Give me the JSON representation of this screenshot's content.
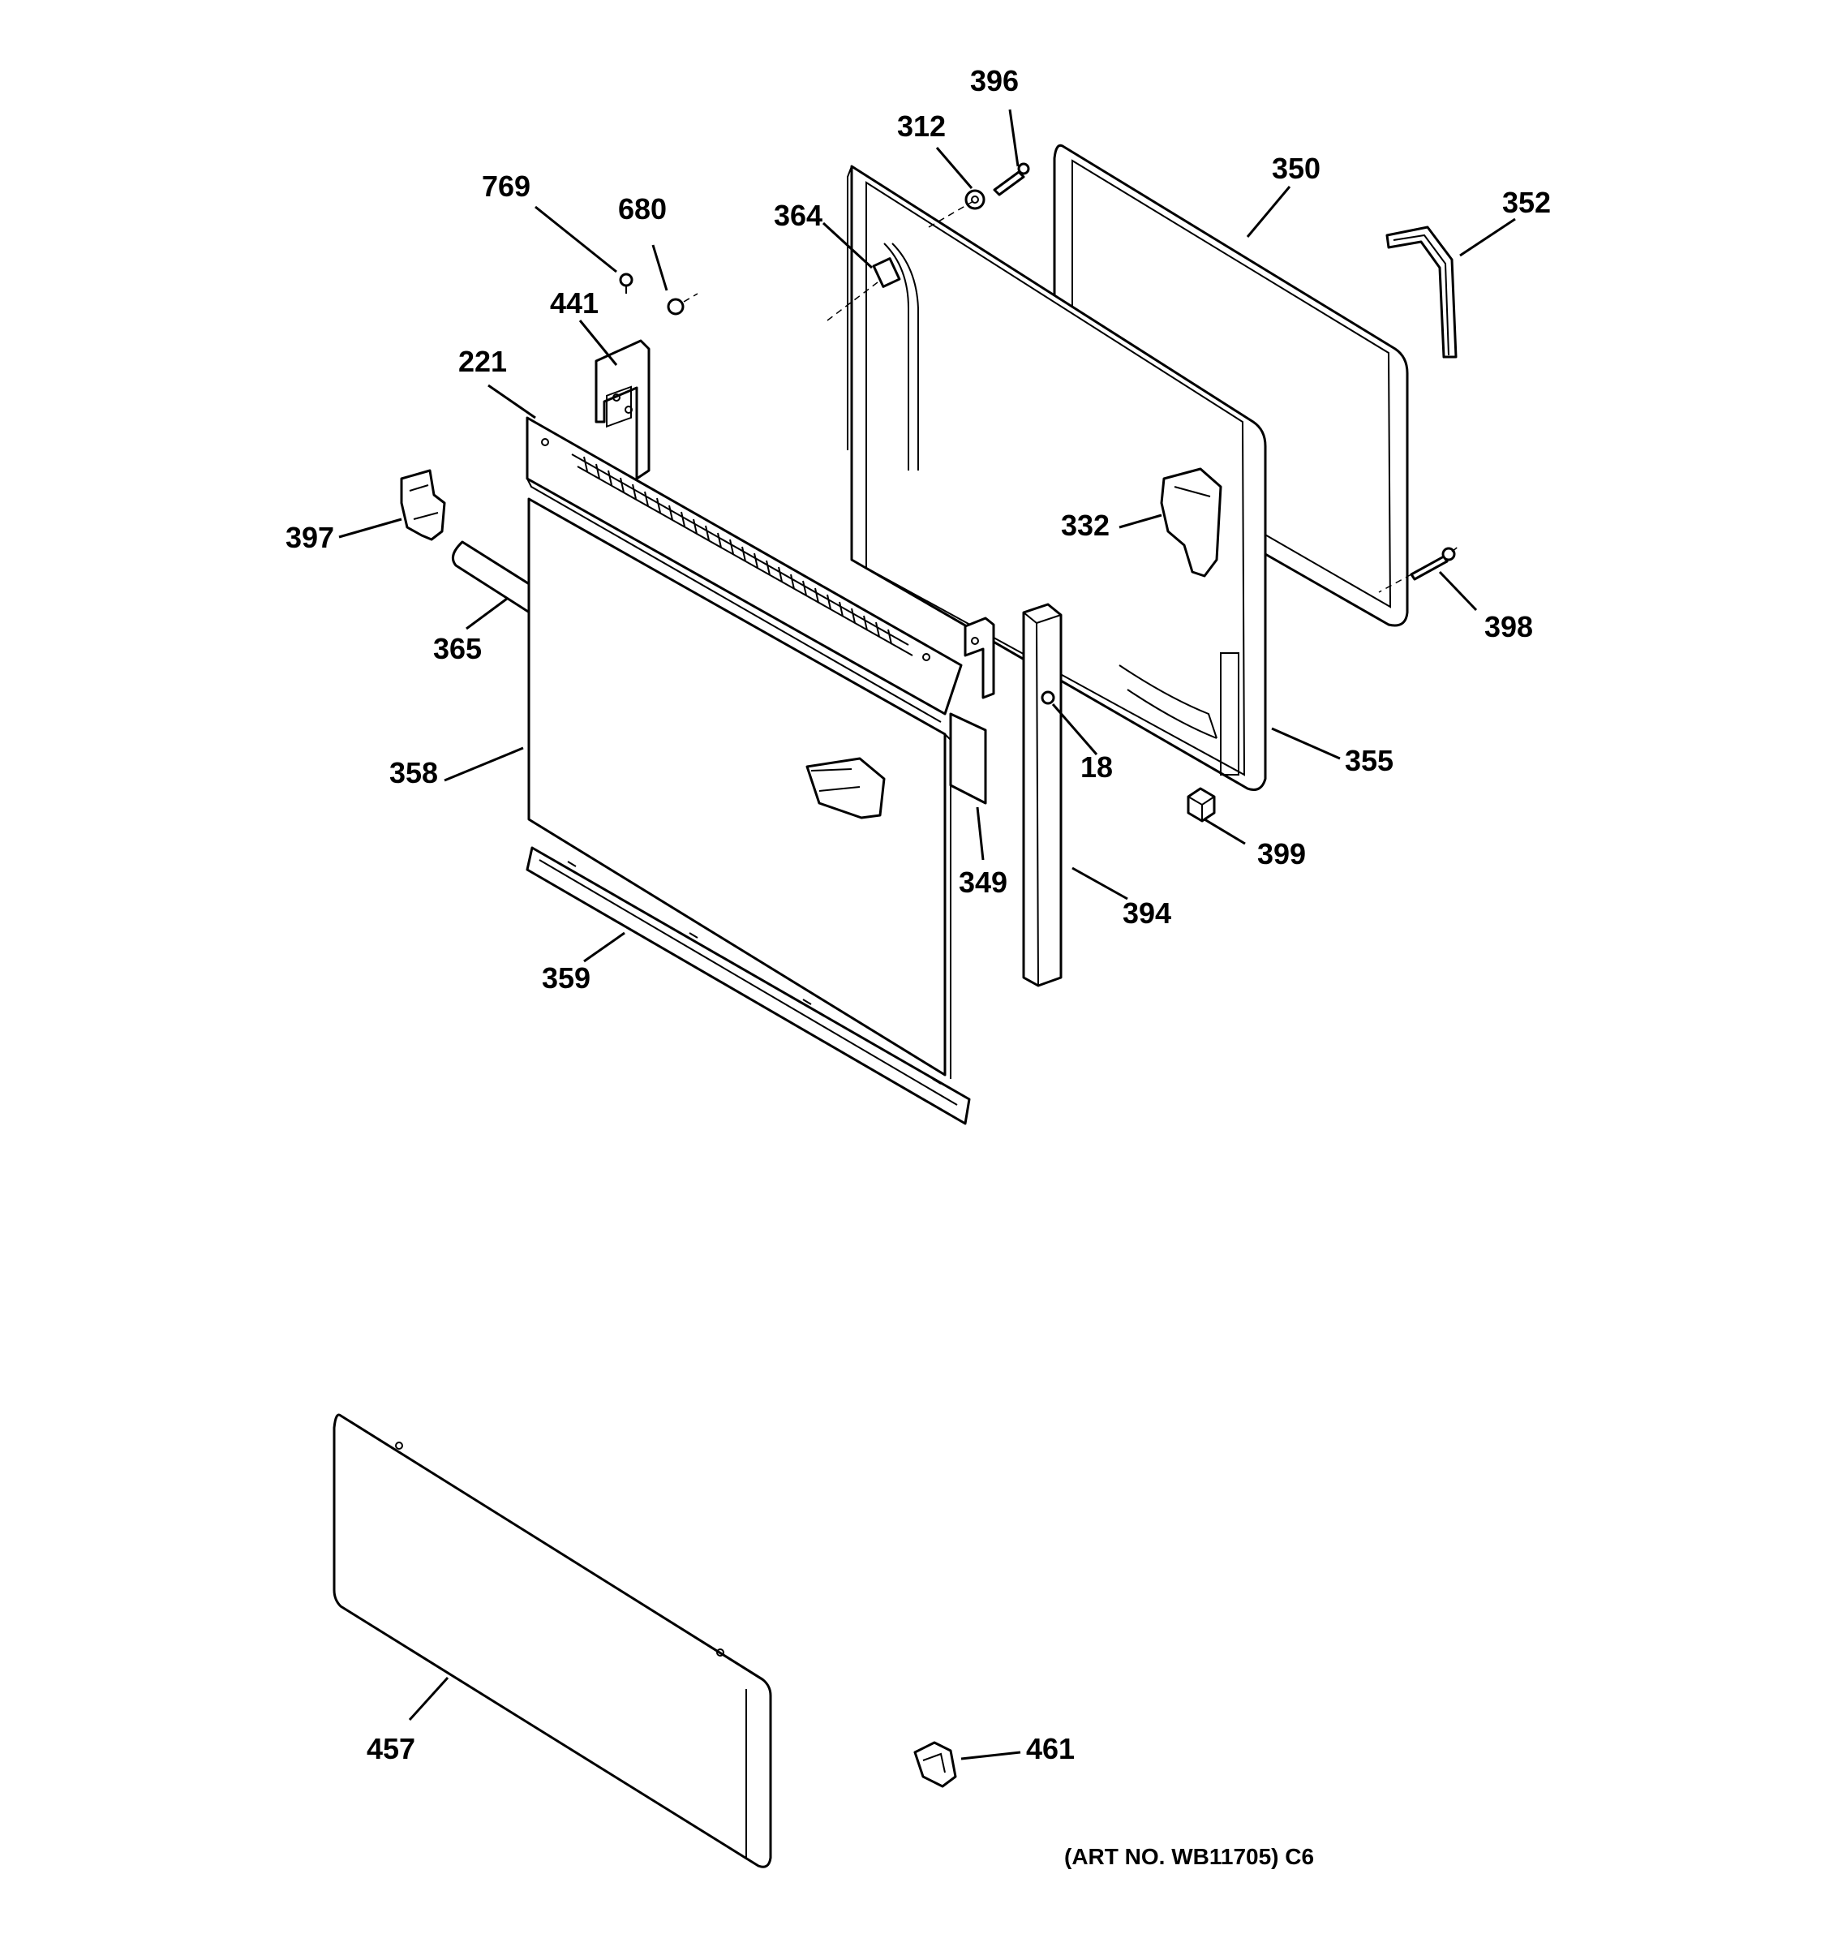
{
  "callouts": {
    "c396": "396",
    "c312": "312",
    "c350": "350",
    "c352": "352",
    "c769": "769",
    "c680": "680",
    "c364": "364",
    "c441": "441",
    "c221": "221",
    "c397": "397",
    "c332": "332",
    "c398": "398",
    "c365": "365",
    "c355": "355",
    "c18": "18",
    "c358": "358",
    "c399": "399",
    "c349": "349",
    "c394": "394",
    "c359": "359",
    "c457": "457",
    "c461": "461"
  },
  "art_number": "(ART NO. WB11705) C6"
}
